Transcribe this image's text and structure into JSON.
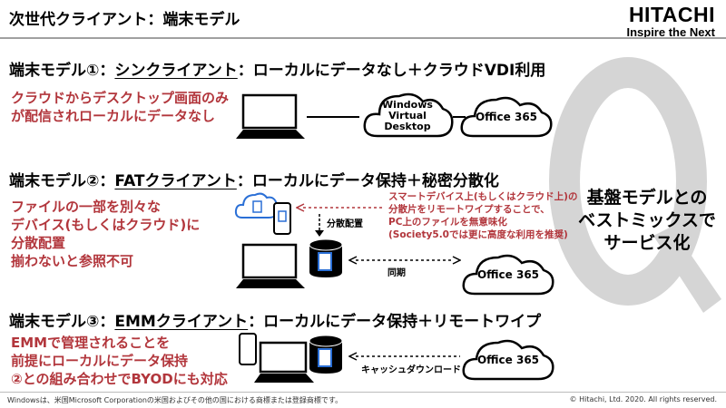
{
  "header": {
    "title": "次世代クライアント：端末モデル",
    "logo_brand": "HITACHI",
    "logo_tagline": "Inspire the Next"
  },
  "model1": {
    "heading_prefix": "端末モデル①：",
    "heading_name": "シンクライアント",
    "heading_suffix": "：ローカルにデータなし＋クラウドVDI利用",
    "desc": [
      "クラウドからデスクトップ画面のみ",
      "が配信されローカルにデータなし"
    ],
    "cloud_lines": [
      "Windows",
      "Virtual",
      "Desktop"
    ],
    "office": "Office 365"
  },
  "model2": {
    "heading_prefix": "端末モデル②：",
    "heading_name": "FATクライアント",
    "heading_suffix": "：ローカルにデータ保持＋秘密分散化",
    "desc": [
      "ファイルの一部を別々な",
      "デバイス(もしくはクラウド)に",
      "分散配置",
      "揃わないと参照不可"
    ],
    "note": [
      "スマートデバイス上(もしくはクラウド上)の",
      "分散片をリモートワイプすることで、",
      "PC上のファイルを無意味化",
      "(Society5.0では更に高度な利用を推奨)"
    ],
    "label_distribute": "分散配置",
    "label_sync": "同期",
    "office": "Office 365"
  },
  "model3": {
    "heading_prefix": "端末モデル③：",
    "heading_name": "EMMクライアント",
    "heading_suffix": "：ローカルにデータ保持＋リモートワイプ",
    "desc": [
      "EMMで管理されることを",
      "前提にローカルにデータ保持",
      "②との組み合わせでBYODにも対応"
    ],
    "label_cache": "キャッシュダウンロード",
    "office": "Office 365"
  },
  "side_text": [
    "基盤モデルとの",
    "ベストミックスで",
    "サービス化"
  ],
  "footer": {
    "trademark": "Windowsは、米国Microsoft Corporationの米国およびその他の国における商標または登録商標です。",
    "copyright": "© Hitachi, Ltd. 2020. All rights reserved."
  },
  "colors": {
    "accent": "#b2363c",
    "device_blue": "#2a6fd6",
    "watermark": "#d5d5d5"
  },
  "icons": [
    "laptop-icon",
    "cloud-icon",
    "smartphone-icon",
    "database-icon",
    "document-icon"
  ]
}
